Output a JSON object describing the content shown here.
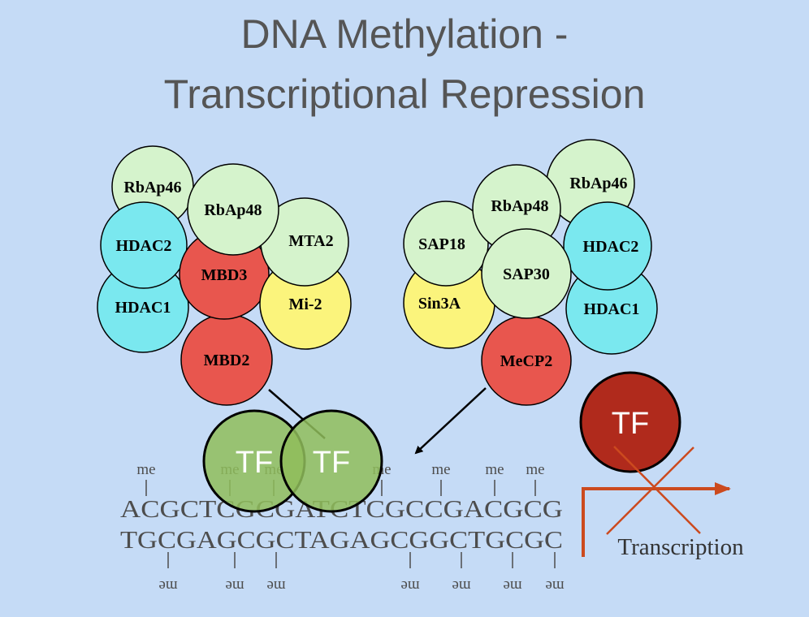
{
  "title": {
    "line1": "DNA Methylation -",
    "line2": "Transcriptional Repression"
  },
  "colors": {
    "background": "#c5dbf6",
    "light_green": "#d5f3cc",
    "cyan": "#7ae8ef",
    "red": "#e8564e",
    "yellow": "#fbf47c",
    "tf_green": "#8fbd5a",
    "tf_red": "#b02a1c",
    "arrow_orange": "#cc4a1e"
  },
  "complex_left": {
    "rbap46": "RbAp46",
    "rbap48": "RbAp48",
    "hdac2": "HDAC2",
    "mta2": "MTA2",
    "mbd3": "MBD3",
    "hdac1": "HDAC1",
    "mi2": "Mi-2",
    "mbd2": "MBD2"
  },
  "complex_right": {
    "rbap46": "RbAp46",
    "rbap48": "RbAp48",
    "sap18": "SAP18",
    "hdac2": "HDAC2",
    "sap30": "SAP30",
    "sin3a": "Sin3A",
    "hdac1": "HDAC1",
    "mecp2": "MeCP2"
  },
  "dna": {
    "top_strand": "ACGCTCGCGATCTCGCCGACGCG",
    "bottom_strand": "TGCGAGCGCTAGAGCGGCTGCGC",
    "methyl_label": "me"
  },
  "tf_label": "TF",
  "transcription_label": "Transcription"
}
